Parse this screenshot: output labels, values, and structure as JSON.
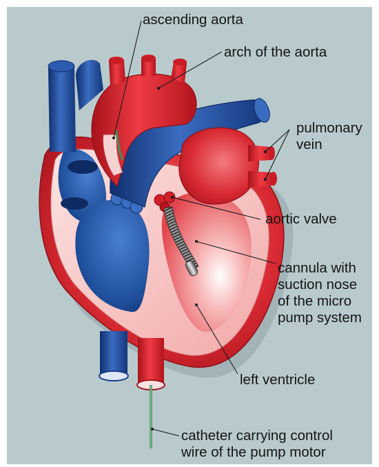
{
  "labels": {
    "ascending_aorta": "ascending aorta",
    "arch_of_aorta": "arch of the aorta",
    "pulmonary_vein_line1": "pulmonary",
    "pulmonary_vein_line2": "vein",
    "aortic_valve": "aortic valve",
    "cannula_line1": "cannula with",
    "cannula_line2": "suction nose",
    "cannula_line3": "of the micro",
    "cannula_line4": "pump system",
    "left_ventricle": "left ventricle",
    "catheter_line1": "catheter carrying control",
    "catheter_line2": "wire of the pump motor"
  },
  "colors": {
    "background": "#b9cacd",
    "artery_red": "#d81e27",
    "artery_red_light": "#f06a6f",
    "vein_blue": "#1f4f9c",
    "vein_blue_dark": "#12306a",
    "muscle_pink": "#f6c6c4",
    "catheter_green": "#3f8f5a",
    "pump_grey": "#8c8c8c"
  }
}
